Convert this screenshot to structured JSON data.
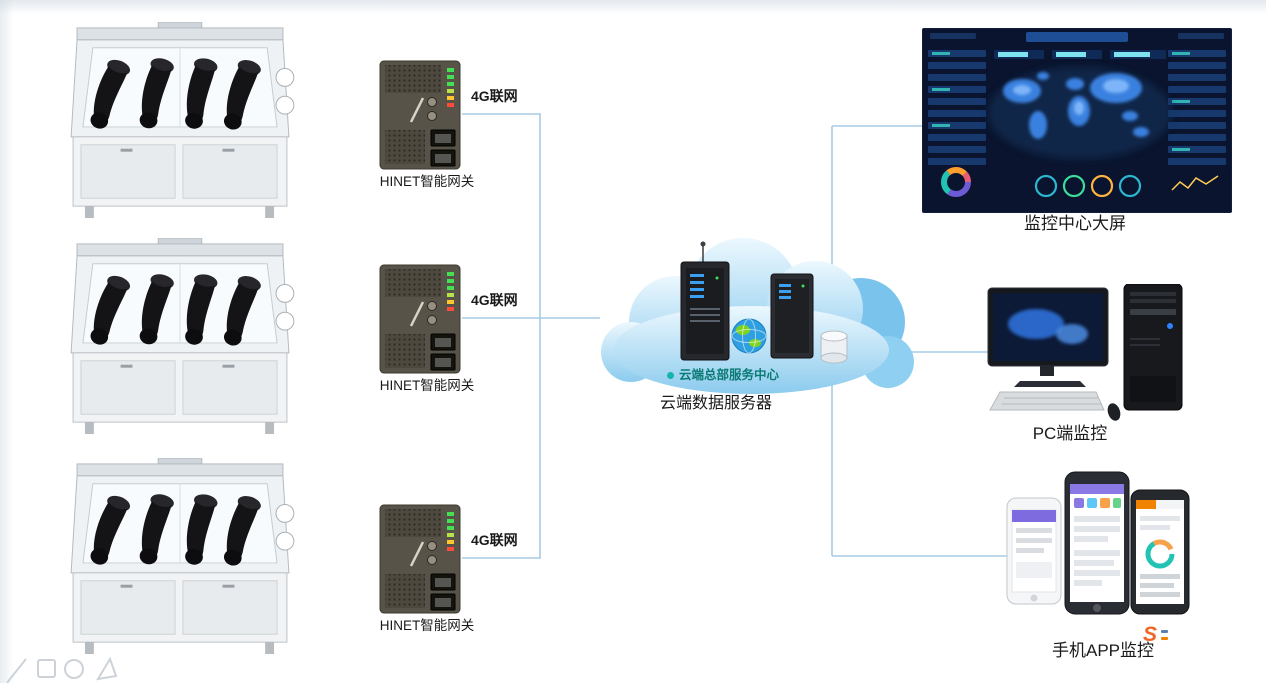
{
  "left_rows": [
    {
      "gateway_label": "HINET智能网关",
      "link_label": "4G联网"
    },
    {
      "gateway_label": "HINET智能网关",
      "link_label": "4G联网"
    },
    {
      "gateway_label": "HINET智能网关",
      "link_label": "4G联网"
    }
  ],
  "cloud": {
    "inner_label": "云端总部服务中心",
    "caption": "云端数据服务器"
  },
  "right_nodes": [
    {
      "caption": "监控中心大屏"
    },
    {
      "caption": "PC端监控"
    },
    {
      "caption": "手机APP监控"
    }
  ],
  "watermark": {
    "letter": "S"
  },
  "colors": {
    "connector_line": "#a6cbe4",
    "cloud_blue": "#8ccbee",
    "accent_teal": "#17b3ad",
    "dashboard_bg": "#0a142e",
    "watermark_orange": "#f26522"
  }
}
